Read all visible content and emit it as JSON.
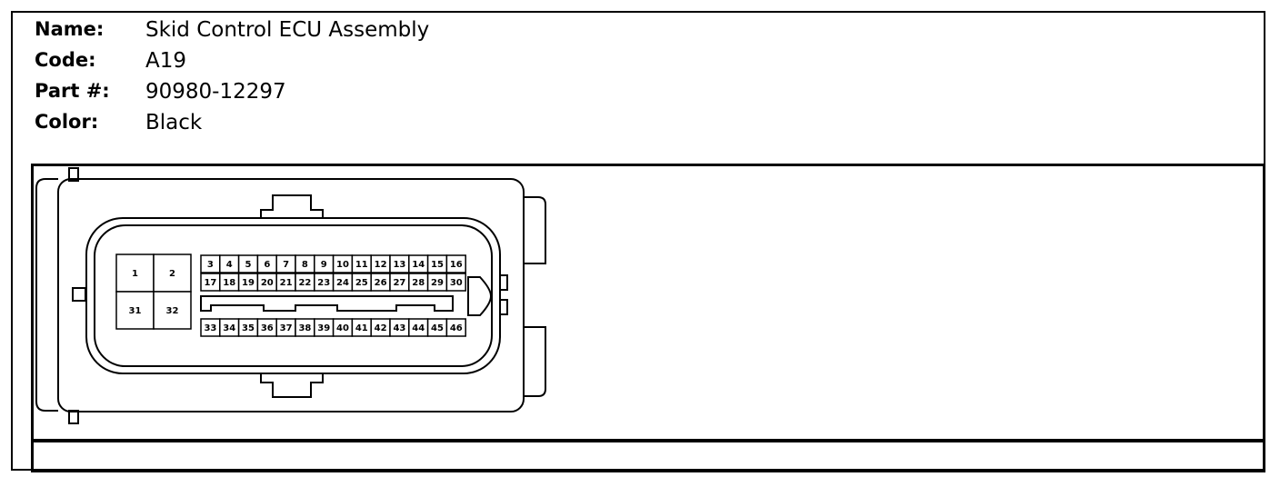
{
  "info": {
    "name_label": "Name:",
    "name_value": "Skid Control ECU Assembly",
    "code_label": "Code:",
    "code_value": "A19",
    "part_label": "Part #:",
    "part_value": "90980-12297",
    "color_label": "Color:",
    "color_value": "Black"
  },
  "connector": {
    "large_pins": [
      "1",
      "2",
      "31",
      "32"
    ],
    "row1": [
      "3",
      "4",
      "5",
      "6",
      "7",
      "8",
      "9",
      "10",
      "11",
      "12",
      "13",
      "14",
      "15",
      "16"
    ],
    "row2": [
      "17",
      "18",
      "19",
      "20",
      "21",
      "22",
      "23",
      "24",
      "25",
      "26",
      "27",
      "28",
      "29",
      "30"
    ],
    "row3": [
      "33",
      "34",
      "35",
      "36",
      "37",
      "38",
      "39",
      "40",
      "41",
      "42",
      "43",
      "44",
      "45",
      "46"
    ]
  }
}
